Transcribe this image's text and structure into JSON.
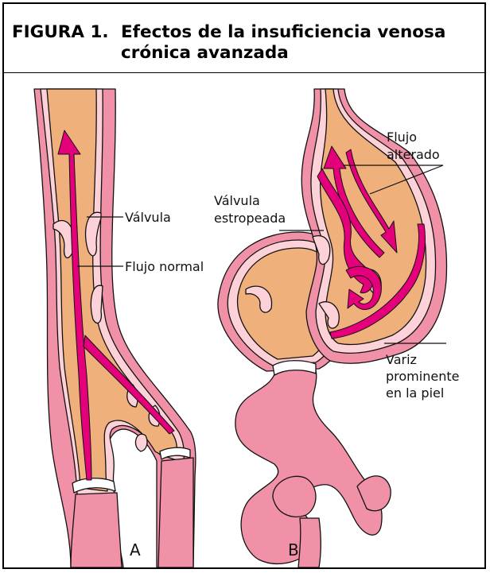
{
  "figure": {
    "title_number": "FIGURA 1.",
    "title_text": "Efectos de la insuficiencia venosa crónica avanzada"
  },
  "panel_a": {
    "letter": "A",
    "labels": {
      "valve": "Válvula",
      "normal_flow": "Flujo normal"
    }
  },
  "panel_b": {
    "letter": "B",
    "labels": {
      "damaged_valve_line1": "Válvula",
      "damaged_valve_line2": "estropeada",
      "altered_flow_line1": "Flujo",
      "altered_flow_line2": "alterado",
      "varicose_line1": "Variz",
      "varicose_line2": "prominente",
      "varicose_line3": "en la piel"
    }
  },
  "colors": {
    "vein_wall": "#f191a8",
    "vein_inner_wall": "#fcd2d8",
    "blood": "#f0b07c",
    "flow_arrow": "#e4007b",
    "outline": "#111111"
  }
}
